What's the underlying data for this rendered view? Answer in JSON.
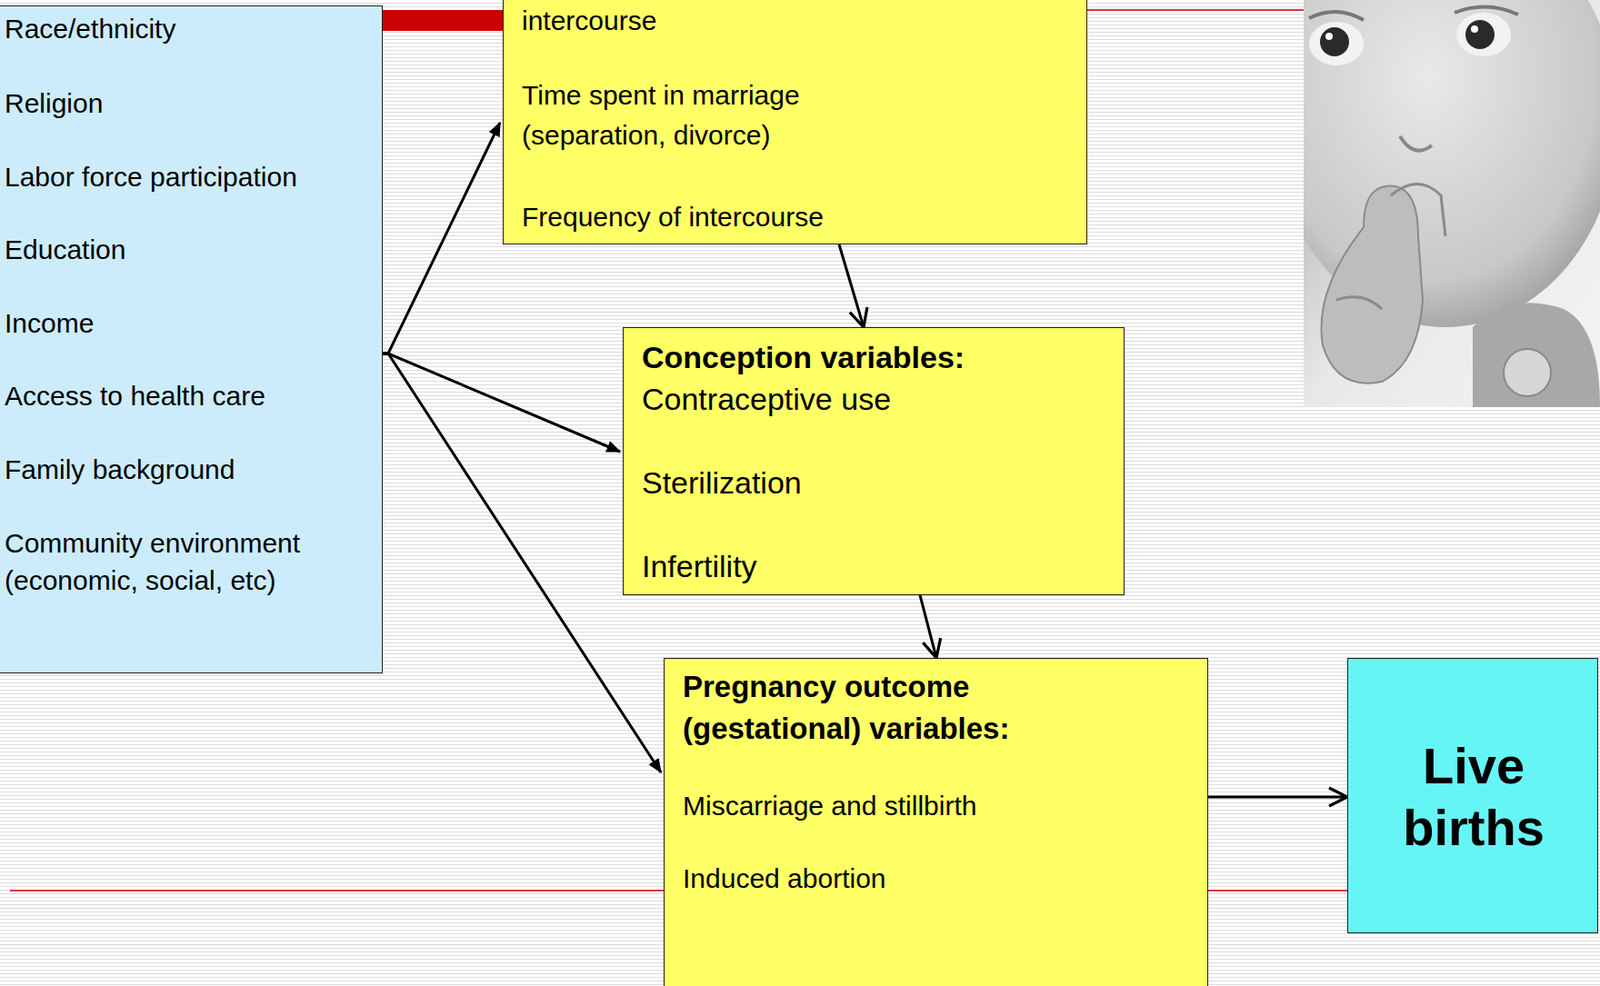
{
  "diagram": {
    "nodes": [
      {
        "text": [
          "Race/ethnicity",
          "Religion",
          "Labor force participation",
          "Education",
          "Income",
          "Access to health care",
          "Family background",
          "Community environment (economic, social, etc)"
        ]
      },
      {
        "text": [
          "intercourse",
          "Time spent in marriage (separation, divorce)",
          "Frequency of intercourse"
        ]
      },
      {
        "text": [
          "Conception variables:",
          "Contraceptive use",
          "Sterilization",
          "Infertility"
        ]
      },
      {
        "text": [
          "Pregnancy outcome (gestational) variables:",
          "Miscarriage and stillbirth",
          "Induced abortion"
        ]
      },
      {
        "text": [
          "Live births"
        ]
      }
    ],
    "edges": [
      {
        "from": 0,
        "to": 1,
        "arrow": "to"
      },
      {
        "from": 0,
        "to": 2,
        "arrow": "to"
      },
      {
        "from": 0,
        "to": 3,
        "arrow": "to"
      },
      {
        "from": 1,
        "to": 2,
        "arrow": "to"
      },
      {
        "from": 2,
        "to": 3,
        "arrow": "to"
      },
      {
        "from": 3,
        "to": 4,
        "arrow": "to"
      }
    ]
  }
}
